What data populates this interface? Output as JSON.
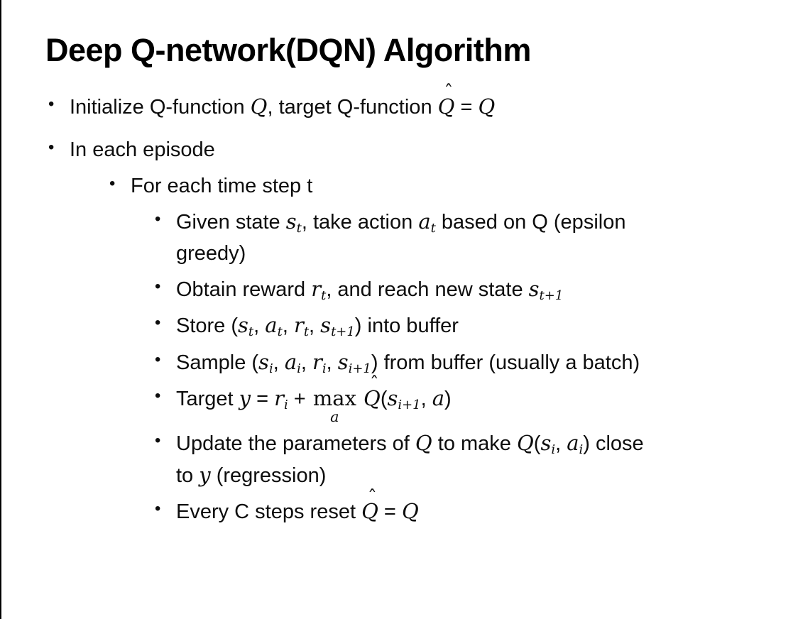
{
  "slide": {
    "title": "Deep Q-network(DQN) Algorithm",
    "bullet_char": "•",
    "bullets": [
      {
        "level": 1,
        "parts": [
          {
            "t": "text",
            "v": "Initialize Q-function "
          },
          {
            "t": "i",
            "v": "Q"
          },
          {
            "t": "text",
            "v": ", target Q-function "
          },
          {
            "t": "hat",
            "v": "Q"
          },
          {
            "t": "text",
            "v": " = "
          },
          {
            "t": "i",
            "v": "Q"
          }
        ]
      },
      {
        "level": 1,
        "parts": [
          {
            "t": "text",
            "v": "In each episode"
          }
        ]
      },
      {
        "level": 2,
        "parts": [
          {
            "t": "text",
            "v": "For each time step t"
          }
        ]
      },
      {
        "level": 3,
        "parts": [
          {
            "t": "text",
            "v": "Given state "
          },
          {
            "t": "sub",
            "b": "s",
            "s": "t"
          },
          {
            "t": "text",
            "v": ", take action "
          },
          {
            "t": "sub",
            "b": "a",
            "s": "t"
          },
          {
            "t": "text",
            "v": " based on Q (epsilon"
          },
          {
            "t": "br"
          },
          {
            "t": "text",
            "v": "greedy)"
          }
        ]
      },
      {
        "level": 3,
        "parts": [
          {
            "t": "text",
            "v": "Obtain reward "
          },
          {
            "t": "sub",
            "b": "r",
            "s": "t"
          },
          {
            "t": "text",
            "v": ", and reach new state "
          },
          {
            "t": "sub",
            "b": "s",
            "s": "t+1"
          }
        ]
      },
      {
        "level": 3,
        "parts": [
          {
            "t": "text",
            "v": "Store ("
          },
          {
            "t": "sub",
            "b": "s",
            "s": "t"
          },
          {
            "t": "text",
            "v": ", "
          },
          {
            "t": "sub",
            "b": "a",
            "s": "t"
          },
          {
            "t": "text",
            "v": ", "
          },
          {
            "t": "sub",
            "b": "r",
            "s": "t"
          },
          {
            "t": "text",
            "v": ", "
          },
          {
            "t": "sub",
            "b": "s",
            "s": "t+1"
          },
          {
            "t": "text",
            "v": ") into buffer"
          }
        ]
      },
      {
        "level": 3,
        "parts": [
          {
            "t": "text",
            "v": "Sample ("
          },
          {
            "t": "sub",
            "b": "s",
            "s": "i"
          },
          {
            "t": "text",
            "v": ", "
          },
          {
            "t": "sub",
            "b": "a",
            "s": "i"
          },
          {
            "t": "text",
            "v": ", "
          },
          {
            "t": "sub",
            "b": "r",
            "s": "i"
          },
          {
            "t": "text",
            "v": ", "
          },
          {
            "t": "sub",
            "b": "s",
            "s": "i+1"
          },
          {
            "t": "text",
            "v": ") from buffer (usually a batch)"
          }
        ]
      },
      {
        "level": 3,
        "parts": [
          {
            "t": "text",
            "v": "Target "
          },
          {
            "t": "i",
            "v": "y"
          },
          {
            "t": "text",
            "v": " = "
          },
          {
            "t": "sub",
            "b": "r",
            "s": "i"
          },
          {
            "t": "text",
            "v": " + "
          },
          {
            "t": "under",
            "v": "max",
            "u": "a"
          },
          {
            "t": "text",
            "v": " "
          },
          {
            "t": "hat",
            "v": "Q"
          },
          {
            "t": "text",
            "v": "("
          },
          {
            "t": "sub",
            "b": "s",
            "s": "i+1"
          },
          {
            "t": "text",
            "v": ", "
          },
          {
            "t": "i",
            "v": "a"
          },
          {
            "t": "text",
            "v": ")"
          }
        ]
      },
      {
        "level": 3,
        "parts": [
          {
            "t": "text",
            "v": "Update the parameters of "
          },
          {
            "t": "i",
            "v": "Q"
          },
          {
            "t": "text",
            "v": " to make "
          },
          {
            "t": "i",
            "v": "Q"
          },
          {
            "t": "text",
            "v": "("
          },
          {
            "t": "sub",
            "b": "s",
            "s": "i"
          },
          {
            "t": "text",
            "v": ", "
          },
          {
            "t": "sub",
            "b": "a",
            "s": "i"
          },
          {
            "t": "text",
            "v": ") close"
          },
          {
            "t": "br"
          },
          {
            "t": "text",
            "v": "to "
          },
          {
            "t": "i",
            "v": "y"
          },
          {
            "t": "text",
            "v": " (regression)"
          }
        ]
      },
      {
        "level": 3,
        "parts": [
          {
            "t": "text",
            "v": "Every C steps reset "
          },
          {
            "t": "hat",
            "v": "Q"
          },
          {
            "t": "text",
            "v": " = "
          },
          {
            "t": "i",
            "v": "Q"
          }
        ]
      }
    ]
  }
}
